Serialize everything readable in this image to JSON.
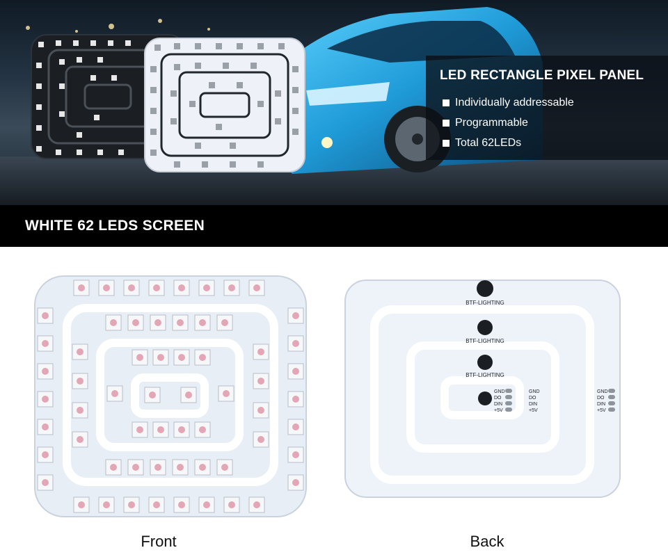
{
  "hero": {
    "title": "LED RECTANGLE PIXEL PANEL",
    "features": [
      {
        "label": "Individually addressable",
        "icon": "square-bullet-icon"
      },
      {
        "label": " Programmable",
        "icon": "square-bullet-icon"
      },
      {
        "label": "Total 62LEDs",
        "icon": "square-bullet-icon"
      }
    ]
  },
  "banner": {
    "text": "WHITE 62 LEDS SCREEN"
  },
  "front": {
    "caption": "Front"
  },
  "back": {
    "caption": "Back",
    "brand": "BTF-LIGHTING",
    "pins": [
      "GND",
      "DO",
      "DIN",
      "+5V"
    ]
  },
  "colors": {
    "banner": "#000000",
    "board": "#e8eef6",
    "board_back": "#eef3fa",
    "hero_box": "#0a0e14"
  }
}
